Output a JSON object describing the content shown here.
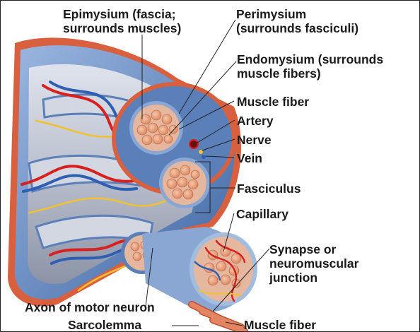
{
  "diagram": {
    "labels": {
      "epimysium": [
        "Epimysium (fascia;",
        "surrounds muscles)"
      ],
      "perimysium": [
        "Perimysium",
        "(surrounds fasciculi)"
      ],
      "endomysium": [
        "Endomysium (surrounds",
        "muscle fibers)"
      ],
      "muscle_fiber_top": "Muscle fiber",
      "artery": "Artery",
      "nerve": "Nerve",
      "vein": "Vein",
      "fasciculus": "Fasciculus",
      "capillary": "Capillary",
      "synapse": [
        "Synapse or",
        "neuromuscular",
        "junction"
      ],
      "axon": "Axon of motor neuron",
      "sarcolemma": "Sarcolemma",
      "muscle_fiber_bottom": "Muscle fiber"
    },
    "colors": {
      "sheath": "#6b8fc4",
      "sheath_light": "#a9c3e6",
      "sheath_dark": "#3f66a3",
      "epimysium_outer": "#d9603f",
      "fiber": "#e9a07a",
      "fiber_dark": "#c96a45",
      "artery": "#d8201e",
      "vein": "#2f5fb3",
      "nerve": "#f2c12e",
      "tissue_grey": "#c9ccd6"
    }
  }
}
